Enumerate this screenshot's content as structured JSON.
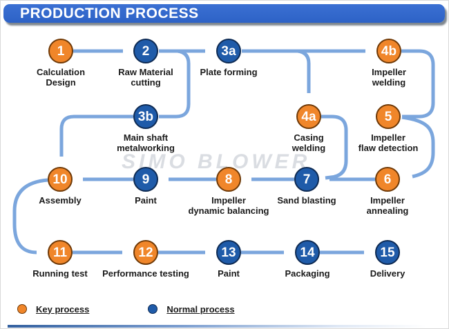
{
  "header": {
    "title": "PRODUCTION PROCESS"
  },
  "watermark": "SIMO BLOWER",
  "colors": {
    "key_fill": "#F0862A",
    "key_border": "#6E3907",
    "normal_fill": "#1F5BA9",
    "normal_border": "#0E2A52",
    "arrow": "#7BA6DD",
    "arrowhead": "#6F9DD6",
    "header_bg": "#2D62C6"
  },
  "nodes": [
    {
      "id": "1",
      "type": "key",
      "label_lines": [
        "Calculation",
        "Design"
      ]
    },
    {
      "id": "2",
      "type": "normal",
      "label_lines": [
        "Raw Material",
        "cutting"
      ]
    },
    {
      "id": "3a",
      "type": "normal",
      "label_lines": [
        "Plate forming"
      ]
    },
    {
      "id": "4b",
      "type": "key",
      "label_lines": [
        "Impeller",
        "welding"
      ]
    },
    {
      "id": "3b",
      "type": "normal",
      "label_lines": [
        "Main shaft",
        "metalworking"
      ]
    },
    {
      "id": "4a",
      "type": "key",
      "label_lines": [
        "Casing",
        "welding"
      ]
    },
    {
      "id": "5",
      "type": "key",
      "label_lines": [
        "Impeller",
        "flaw detection"
      ]
    },
    {
      "id": "10",
      "type": "key",
      "label_lines": [
        "Assembly"
      ]
    },
    {
      "id": "9",
      "type": "normal",
      "label_lines": [
        "Paint"
      ]
    },
    {
      "id": "8",
      "type": "key",
      "label_lines": [
        "Impeller",
        "dynamic balancing"
      ]
    },
    {
      "id": "7",
      "type": "normal",
      "label_lines": [
        "Sand blasting"
      ]
    },
    {
      "id": "6",
      "type": "key",
      "label_lines": [
        "Impeller",
        "annealing"
      ]
    },
    {
      "id": "11",
      "type": "key",
      "label_lines": [
        "Running test"
      ]
    },
    {
      "id": "12",
      "type": "key",
      "label_lines": [
        "Performance testing"
      ]
    },
    {
      "id": "13",
      "type": "normal",
      "label_lines": [
        "Paint"
      ]
    },
    {
      "id": "14",
      "type": "normal",
      "label_lines": [
        "Packaging"
      ]
    },
    {
      "id": "15",
      "type": "normal",
      "label_lines": [
        "Delivery"
      ]
    }
  ],
  "flow": [
    [
      "1",
      "2"
    ],
    [
      "2",
      "3a"
    ],
    [
      "2",
      "3b"
    ],
    [
      "3a",
      "4a"
    ],
    [
      "3a",
      "4b"
    ],
    [
      "4b",
      "5"
    ],
    [
      "5",
      "6"
    ],
    [
      "6",
      "7"
    ],
    [
      "4a",
      "7"
    ],
    [
      "7",
      "8"
    ],
    [
      "8",
      "9"
    ],
    [
      "9",
      "10"
    ],
    [
      "3b",
      "10"
    ],
    [
      "10",
      "11"
    ],
    [
      "11",
      "12"
    ],
    [
      "12",
      "13"
    ],
    [
      "13",
      "14"
    ],
    [
      "14",
      "15"
    ]
  ],
  "legend": {
    "items": [
      {
        "type": "key",
        "label": "Key process"
      },
      {
        "type": "normal",
        "label": "Normal process"
      }
    ]
  }
}
